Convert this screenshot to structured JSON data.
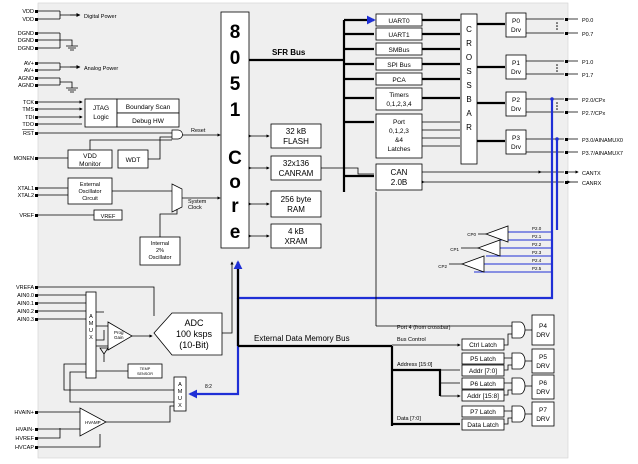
{
  "left_pins": {
    "vdd1": "VDD",
    "vdd2": "VDD",
    "dgnd1": "DGND",
    "dgnd2": "DGND",
    "dgnd3": "DGND",
    "digital_power": "Digital Power",
    "avp1": "AV+",
    "avp2": "AV+",
    "agnd1": "AGND",
    "agnd2": "AGND",
    "analog_power": "Analog Power",
    "tck": "TCK",
    "tms": "TMS",
    "tdi": "TDI",
    "tdo": "TDO",
    "rst": "RST",
    "monen": "MONEN",
    "xtal1": "XTAL1",
    "xtal2": "XTAL2",
    "vref": "VREF",
    "vrefa": "VREFA",
    "ain00": "AIN0.0",
    "ain01": "AIN0.1",
    "ain02": "AIN0.2",
    "ain03": "AIN0.3",
    "hvainp": "HVAIN+",
    "hvainm": "HVAIN-",
    "hvref": "HVREF",
    "hvcap": "HVCAP"
  },
  "blocks": {
    "jtag": [
      "JTAG",
      "Logic"
    ],
    "boundary_scan": "Boundary Scan",
    "debug_hw": "Debug HW",
    "reset": "Reset",
    "vdd_monitor": [
      "VDD",
      "Monitor"
    ],
    "wdt": "WDT",
    "ext_osc": [
      "External",
      "Oscillator",
      "Circuit"
    ],
    "system_clock": [
      "System",
      "Clock"
    ],
    "vref_box": "VREF",
    "int_osc": [
      "Internal",
      "2%",
      "Oscillator"
    ],
    "core_chars": [
      "8",
      "0",
      "5",
      "1",
      "C",
      "o",
      "r",
      "e"
    ],
    "flash": [
      "32 kB",
      "FLASH"
    ],
    "canram": [
      "32x136",
      "CANRAM"
    ],
    "ram": [
      "256 byte",
      "RAM"
    ],
    "xram": [
      "4 kB",
      "XRAM"
    ],
    "sfr_bus": "SFR Bus",
    "uart0": "UART0",
    "uart1": "UART1",
    "smbus": "SMBus",
    "spi": "SPI Bus",
    "pca": "PCA",
    "timers": [
      "Timers",
      "0,1,2,3,4"
    ],
    "port_latches": [
      "Port",
      "0,1,2,3",
      "&4",
      "Latches"
    ],
    "can": [
      "CAN",
      "2.0B"
    ],
    "crossbar": [
      "C",
      "R",
      "O",
      "S",
      "S",
      "B",
      "A",
      "R"
    ],
    "p0drv": [
      "P0",
      "Drv"
    ],
    "p1drv": [
      "P1",
      "Drv"
    ],
    "p2drv": [
      "P2",
      "Drv"
    ],
    "p3drv": [
      "P3",
      "Drv"
    ],
    "adc": [
      "ADC",
      "100 ksps",
      "(10-Bit)"
    ],
    "amux_chars": [
      "A",
      "M",
      "U",
      "X"
    ],
    "prog_gain": [
      "Prog",
      "Gain"
    ],
    "temp_sensor": [
      "TEMP",
      "SENSOR"
    ],
    "hvamp": "HVAMP",
    "ratio": "8:2",
    "ext_bus": "External Data Memory Bus",
    "port4_from_crossbar": "Port 4 (from crossbar)",
    "bus_control": "Bus Control",
    "address": "Address [15:0]",
    "data": "Data [7:0]",
    "ctrl_latch": "Ctrl Latch",
    "p5_latch": "P5 Latch",
    "addr70": "Addr [7:0]",
    "p6_latch": "P6 Latch",
    "addr158": "Addr [15:8]",
    "p7_latch": "P7 Latch",
    "data_latch": "Data Latch",
    "p4drv": [
      "P4",
      "DRV"
    ],
    "p5drv": [
      "P5",
      "DRV"
    ],
    "p6drv": [
      "P6",
      "DRV"
    ],
    "p7drv": [
      "P7",
      "DRV"
    ],
    "cp0": "CP0",
    "cp1": "CP1",
    "cp2": "CP2"
  },
  "right_pins": {
    "p00": "P0.0",
    "p07": "P0.7",
    "p10": "P1.0",
    "p17": "P1.7",
    "p20": "P2.0/CPx",
    "p27": "P2.7/CPx",
    "p30": "P3.0/AINAMUX0",
    "p37": "P3.7/AINAMUX7",
    "cantx": "CANTX",
    "canrx": "CANRX",
    "p2_taps": [
      "P2.0",
      "P2.1",
      "P2.2",
      "P2.3",
      "P2.4",
      "P2.5"
    ]
  }
}
